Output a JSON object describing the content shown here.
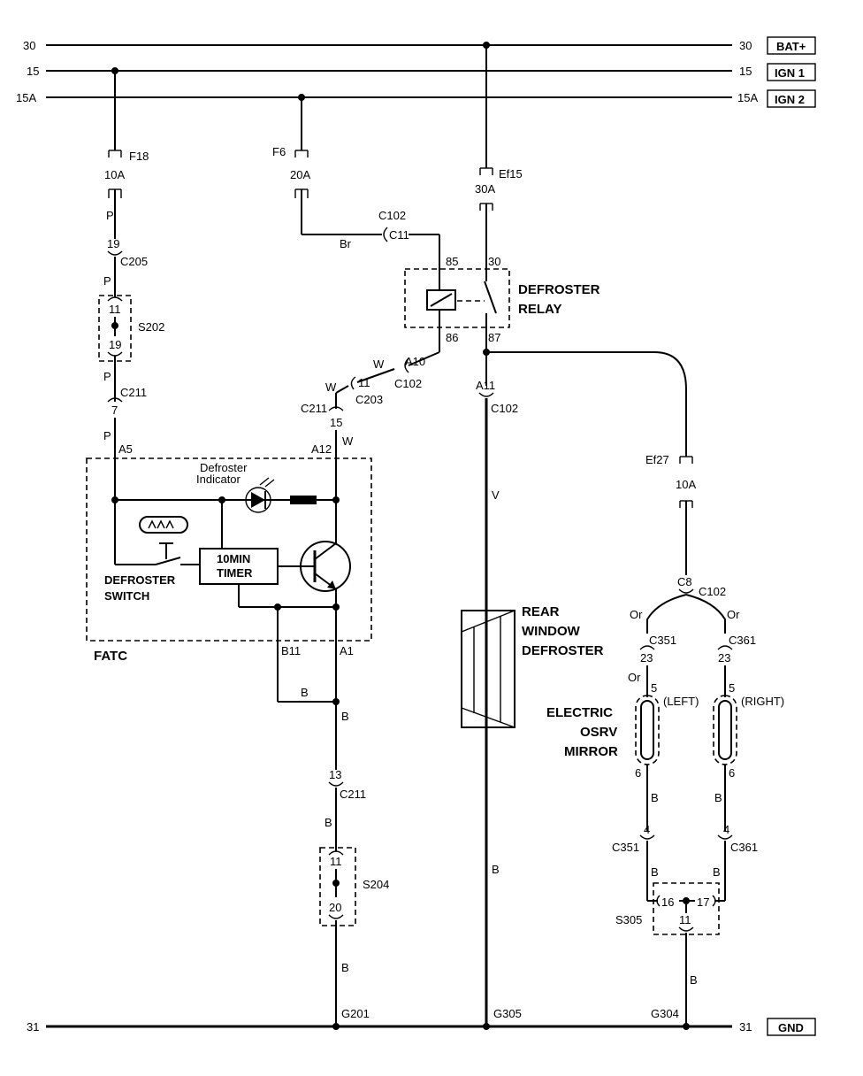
{
  "rails": {
    "r30_left": "30",
    "r30_right": "30",
    "r30_box": "BAT+",
    "r15_left": "15",
    "r15_right": "15",
    "r15_box": "IGN 1",
    "r15a_left": "15A",
    "r15a_right": "15A",
    "r15a_box": "IGN 2",
    "r31_left": "31",
    "r31_right": "31",
    "r31_box": "GND"
  },
  "fuses": {
    "f18": "F18",
    "f18_amp": "10A",
    "f6": "F6",
    "f6_amp": "20A",
    "ef15": "Ef15",
    "ef15_amp": "30A",
    "ef27": "Ef27",
    "ef27_amp": "10A"
  },
  "relay": {
    "title1": "DEFROSTER",
    "title2": "RELAY",
    "p85": "85",
    "p30": "30",
    "p86": "86",
    "p87": "87"
  },
  "fatc": {
    "label": "FATC",
    "indicator1": "Defroster",
    "indicator2": "Indicator",
    "switch1": "DEFROSTER",
    "switch2": "SWITCH",
    "timer1": "10MIN",
    "timer2": "TIMER",
    "pin_a5": "A5",
    "pin_a12": "A12",
    "pin_b11": "B11",
    "pin_a1": "A1"
  },
  "connectors": {
    "c102_top": "C102",
    "c11": "C11",
    "wire_br": "Br",
    "c205_pin": "19",
    "c205": "C205",
    "s202_top": "11",
    "s202_bot": "19",
    "s202": "S202",
    "c211_top": "C211",
    "c211_pin7": "7",
    "w_a10": "W",
    "a10": "A10",
    "c102_a10": "C102",
    "w_c203": "W",
    "c203_pin": "11",
    "c203": "C203",
    "c211_mid": "C211",
    "c211_pin15": "15",
    "w_fatc": "W",
    "a11": "A11",
    "c102_a11": "C102",
    "c8": "C8",
    "c102_c8": "C102",
    "c211_low": "C211",
    "c211_pin13": "13",
    "s204_top": "11",
    "s204_bot": "20",
    "s204": "S204",
    "c351_top": "C351",
    "c351_pin23": "23",
    "c361_top": "C361",
    "c361_pin23": "23",
    "left_pin5": "5",
    "right_pin5": "5",
    "left_pin6": "6",
    "right_pin6": "6",
    "c351_pin4": "4",
    "c351_low": "C351",
    "c361_pin4": "4",
    "c361_low": "C361",
    "s305_l": "16",
    "s305_r": "17",
    "s305_bot": "11",
    "s305": "S305",
    "g201": "G201",
    "g305": "G305",
    "g304": "G304"
  },
  "wires": {
    "p1": "P",
    "p2": "P",
    "p3": "P",
    "p4": "P",
    "v": "V",
    "or1": "Or",
    "or2": "Or",
    "or3": "Or",
    "b1": "B",
    "b2": "B",
    "b3": "B",
    "b4": "B",
    "b5": "B",
    "b6": "B",
    "b7": "B",
    "b8": "B",
    "b9": "B",
    "b10": "B"
  },
  "loads": {
    "rear1": "REAR",
    "rear2": "WINDOW",
    "rear3": "DEFROSTER",
    "mirror1": "ELECTRIC",
    "mirror2": "OSRV",
    "mirror3": "MIRROR",
    "left": "(LEFT)",
    "right": "(RIGHT)"
  }
}
